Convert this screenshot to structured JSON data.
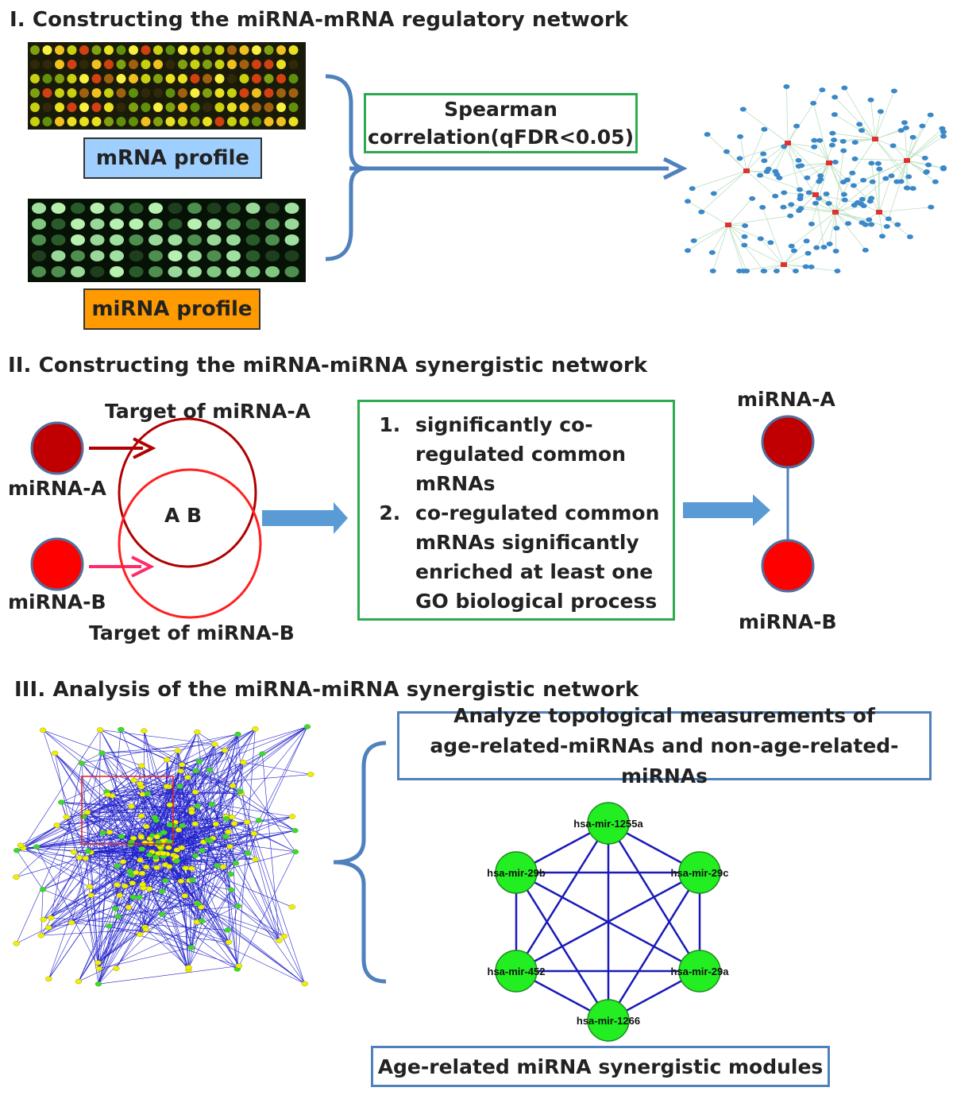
{
  "sections": {
    "s1_title": "I. Constructing the miRNA-mRNA regulatory network",
    "s2_title": "II. Constructing the miRNA-miRNA synergistic network",
    "s3_title": "III. Analysis of  the miRNA-miRNA synergistic network"
  },
  "part1": {
    "mrna_profile_label": "mRNA profile",
    "mirna_profile_label": "miRNA profile",
    "spearman_line1": "Spearman",
    "spearman_line2": "correlation(qFDR<0.05)"
  },
  "part2": {
    "target_a": "Target of miRNA-A",
    "target_b": "Target of miRNA-B",
    "venn_center": "A B",
    "mirna_a": "miRNA-A",
    "mirna_b": "miRNA-B",
    "criteria": [
      "significantly co-regulated common mRNAs",
      "co-regulated common mRNAs significantly enriched at least one GO biological process"
    ],
    "result_node_a": "miRNA-A",
    "result_node_b": "miRNA-B"
  },
  "part3": {
    "analyze_line1": "Analyze  topological measurements of",
    "analyze_line2": "age-related-miRNAs and non-age-related-miRNAs",
    "module_nodes": [
      "hsa-mir-1255a",
      "hsa-mir-29c",
      "hsa-mir-29a",
      "hsa-mir-1266",
      "hsa-mir-452",
      "hsa-mir-29b"
    ],
    "modules_caption": "Age-related miRNA synergistic modules"
  },
  "colors": {
    "mrna_box": "#9fcfff",
    "mirna_box": "#ff9a00",
    "green_border": "#2eaa50",
    "blue_arrow": "#4f81bd",
    "mirna_a": "#c00000",
    "mirna_b": "#ff0000",
    "module_node": "#22ee22",
    "module_edge": "#1a1ab8"
  }
}
